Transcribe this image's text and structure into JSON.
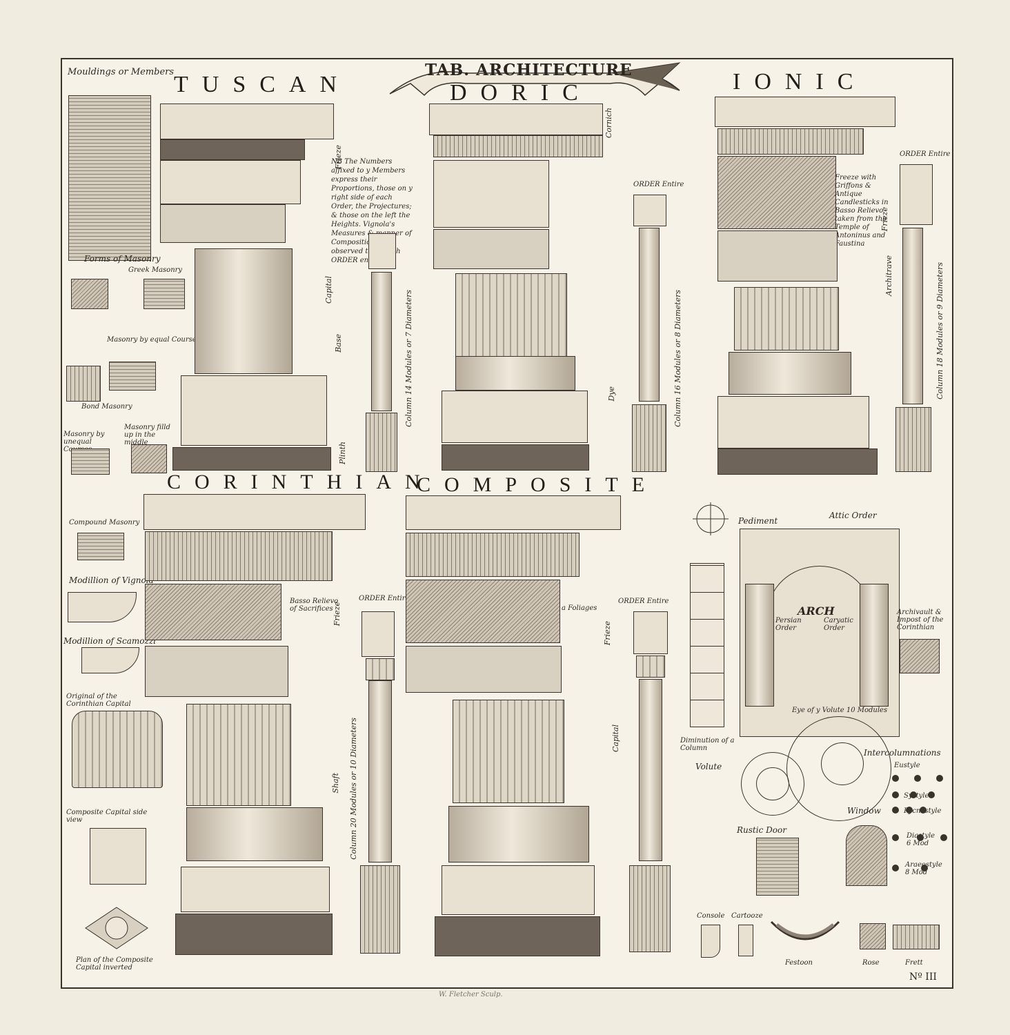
{
  "plate": {
    "title": "TAB. ARCHITECTURE",
    "number": "Nº III",
    "engraver": "W. Fletcher Sculp."
  },
  "orders": {
    "tuscan": "TUSCAN",
    "doric": "DORIC",
    "ionic": "IONIC",
    "corinthian": "CORINTHIAN",
    "composite": "COMPOSITE"
  },
  "labels": {
    "mouldings": "Mouldings or Members",
    "forms_masonry": "Forms of Masonry",
    "greek_masonry": "Greek Masonry",
    "masonry_equal": "Masonry by equal Courses",
    "bond_masonry": "Bond Masonry",
    "masonry_unequal": "Masonry by unequal Courses",
    "masonry_filled": "Masonry filld up in the middle",
    "compound_masonry": "Compound Masonry",
    "modillion_vignola": "Modillion of Vignola",
    "modillion_scamozzi": "Modillion of Scamozzi",
    "original_corinthian": "Original of the Corinthian Capital",
    "composite_capital": "Composite Capital side view",
    "plan_capital": "Plan of the Composite Capital inverted",
    "order_entire": "ORDER Entire",
    "cornice": "Cornich",
    "frieze": "Frieze",
    "architrave": "Architrave",
    "capital": "Capital",
    "shaft": "Shaft",
    "base": "Base",
    "dye": "Dye",
    "plinth": "Plinth",
    "column_7": "Column 14 Modules or 7 Diameters",
    "column_8": "Column 16 Modules or 8 Diameters",
    "column_9": "Column 18 Modules or 9 Diameters",
    "column_10": "Column 20 Modules or 10 Diameters",
    "freeze_griffons": "Freeze with Griffons & Antique Candlesticks in Basso Relievo taken from the Temple of Antoninus and Faustina",
    "basso_relievo": "Basso Relievo of Sacrifices",
    "foliages": "a Foliages",
    "pediment": "Pediment",
    "attic_order": "Attic Order",
    "arch": "ARCH",
    "persian_order": "Persian Order",
    "caryatic_order": "Caryatic Order",
    "archivault": "Archivault & Impost of the Corinthian",
    "diminution": "Diminution of a Column",
    "volute": "Volute",
    "eye_volute": "Eye of y Volute 10 Modules",
    "intercolumnations": "Intercolumnations",
    "eustyle": "Eustyle",
    "systyle": "Systyle",
    "pycnostyle": "Pycnostyle",
    "diastyle": "Diastyle 6 Mod",
    "araeostyle": "Araeostyle 8 Mod",
    "window": "Window",
    "rustic_door": "Rustic Door",
    "console": "Console",
    "cartooze": "Cartooze",
    "festoon": "Festoon",
    "rose": "Rose",
    "frett": "Frett",
    "nb": "NB The Numbers affixed to y Members express their Proportions, those on y right side of each Order, the Projectures; & those on the left the Heights. Vignola's Measures & manner of Composition are observed thro' each ORDER entire"
  }
}
